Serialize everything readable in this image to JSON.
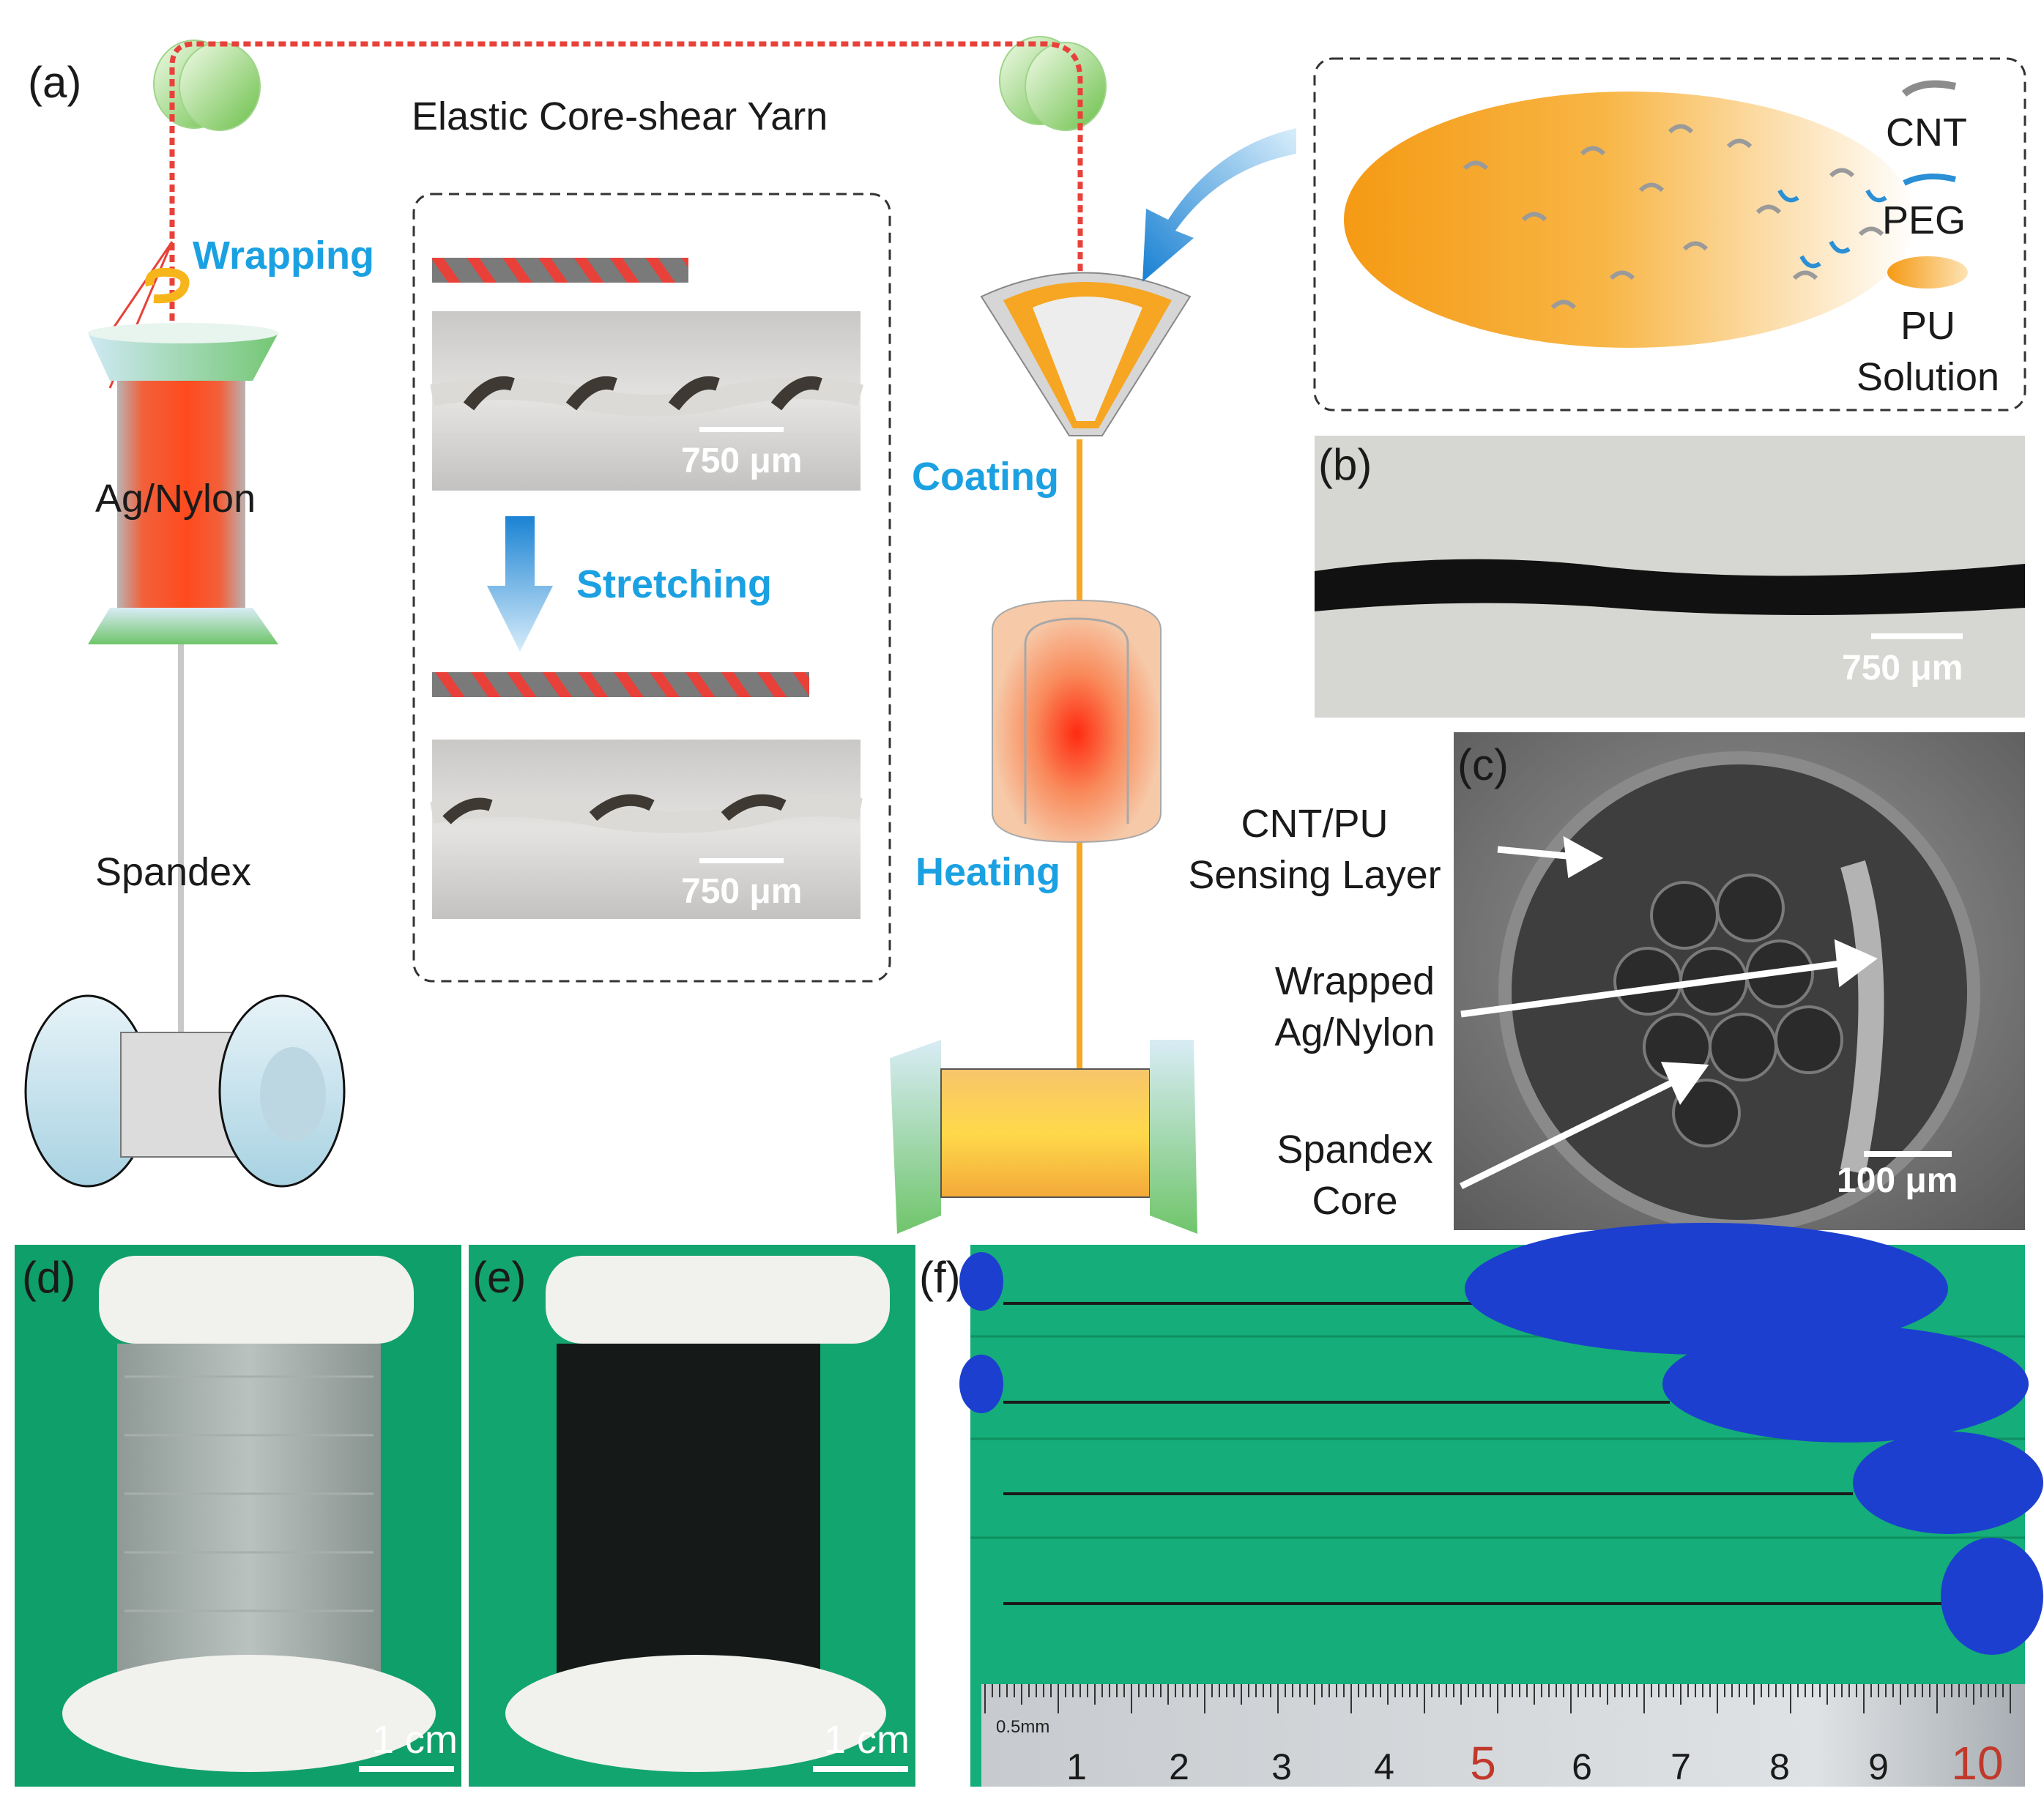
{
  "panels": {
    "a": "(a)",
    "b": "(b)",
    "c": "(c)",
    "d": "(d)",
    "e": "(e)",
    "f": "(f)"
  },
  "panel_a": {
    "title": "Elastic Core-shear Yarn",
    "wrapping": "Wrapping",
    "ag_nylon": "Ag/Nylon",
    "spandex": "Spandex",
    "stretching": "Stretching",
    "scale_top": "750 μm",
    "scale_bottom": "750 μm",
    "coating": "Coating",
    "heating": "Heating"
  },
  "legend": {
    "cnt": "CNT",
    "peg": "PEG",
    "pu_line1": "PU",
    "pu_line2": "Solution"
  },
  "panel_b": {
    "scale": "750 μm"
  },
  "panel_c": {
    "layer_line1": "CNT/PU",
    "layer_line2": "Sensing Layer",
    "wrapped_line1": "Wrapped",
    "wrapped_line2": "Ag/Nylon",
    "core_line1": "Spandex",
    "core_line2": "Core",
    "scale": "100 μm"
  },
  "panel_d": {
    "scale": "1 cm"
  },
  "panel_e": {
    "scale": "1 cm"
  },
  "panel_f": {
    "ruler_unit": "0.5mm",
    "ruler_numbers": [
      "1",
      "2",
      "3",
      "4",
      "5",
      "6",
      "7",
      "8",
      "9",
      "10"
    ]
  },
  "colors": {
    "accent_blue": "#1ba1e2",
    "yarn_red": "#e8413a",
    "coating_orange": "#f6a623",
    "green_bg": "#15ad7a",
    "spool_green": "#7ec95a"
  }
}
